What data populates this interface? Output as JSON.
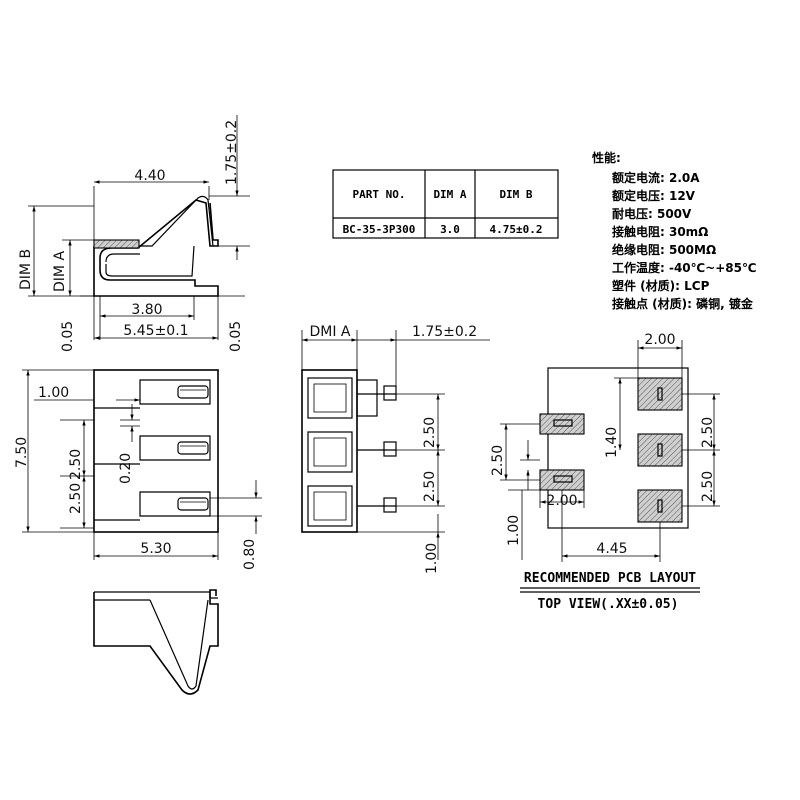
{
  "side_view": {
    "width_top": "4.40",
    "height_right": "1.75±0.2",
    "dim_b": "DIM B",
    "dim_a": "DIM A",
    "inner_width": "3.80",
    "overall_width": "5.45±0.1",
    "left_offset": "0.05",
    "right_offset": "0.05"
  },
  "top_view": {
    "height": "7.50",
    "contact_offset": "1.00",
    "pitch_1": "2.50",
    "pitch_2": "2.50",
    "gap": "0.20",
    "width": "5.30",
    "bottom": "0.80"
  },
  "front_view": {
    "dim_a": "DMI A",
    "top_right": "1.75±0.2",
    "pitch_1": "2.50",
    "pitch_2": "2.50",
    "bottom": "1.00"
  },
  "table": {
    "headers": [
      "PART NO.",
      "DIM A",
      "DIM B"
    ],
    "row": [
      "BC-35-3P300",
      "3.0",
      "4.75±0.2"
    ]
  },
  "specs": {
    "title": "性能:",
    "items": [
      "额定电流: 2.0A",
      "额定电压: 12V",
      "耐电压: 500V",
      "接触电阻: 30mΩ",
      "绝缘电阻: 500MΩ",
      "工作温度: -40℃~+85℃",
      "塑件 (材质): LCP",
      "接触点 (材质): 磷铜, 镀金"
    ]
  },
  "pcb_layout": {
    "pad_width": "2.00",
    "pitch_1": "2.50",
    "pitch_2": "2.50",
    "center": "1.40",
    "left_pitch": "2.50",
    "left_pad": "2.00",
    "left_bottom": "1.00",
    "span": "4.45",
    "caption": "RECOMMENDED PCB LAYOUT",
    "view": "TOP VIEW(.XX±0.05)"
  }
}
